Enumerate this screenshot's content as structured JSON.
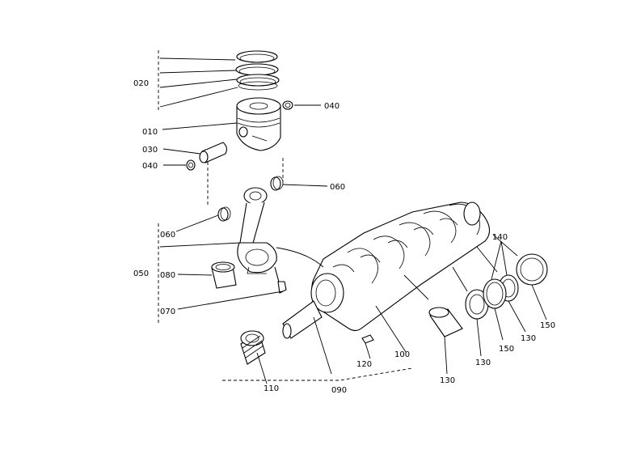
{
  "labels": {
    "p010": "010",
    "p020": "020",
    "p030": "030",
    "p040a": "040",
    "p040b": "040",
    "p050": "050",
    "p060a": "060",
    "p060b": "060",
    "p070": "070",
    "p080": "080",
    "p090": "090",
    "p100": "100",
    "p110": "110",
    "p120": "120",
    "p130a": "130",
    "p130b": "130",
    "p130c": "130",
    "p140": "140",
    "p150a": "150",
    "p150b": "150"
  }
}
